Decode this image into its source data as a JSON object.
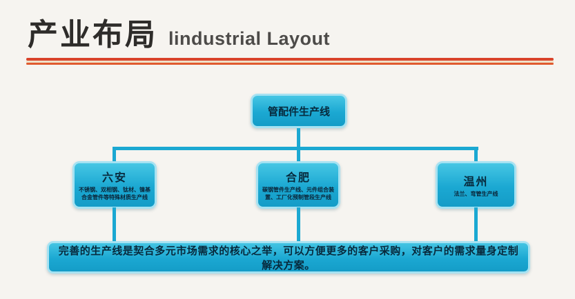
{
  "title": {
    "zh": "产业布局",
    "en": "lindustrial Layout"
  },
  "colors": {
    "accent_red": "#d9432a",
    "box_cyan": "#1ba8d2",
    "box_border": "#a6e2f2",
    "text_dark": "#07293c",
    "background": "#f6f4f0"
  },
  "diagram": {
    "root": {
      "label": "管配件生产线"
    },
    "children": [
      {
        "name": "六安",
        "desc": "不锈钢、双相钢、钛材、镍基合金管件等特殊材质生产线"
      },
      {
        "name": "合肥",
        "desc": "碳钢管件生产线、元件组合装置、工厂化预制管段生产线"
      },
      {
        "name": "温州",
        "desc": "法兰、弯管生产线"
      }
    ],
    "footer": "完善的生产线是契合多元市场需求的核心之举，可以方便更多的客户采购，对客户的需求量身定制解决方案。"
  }
}
